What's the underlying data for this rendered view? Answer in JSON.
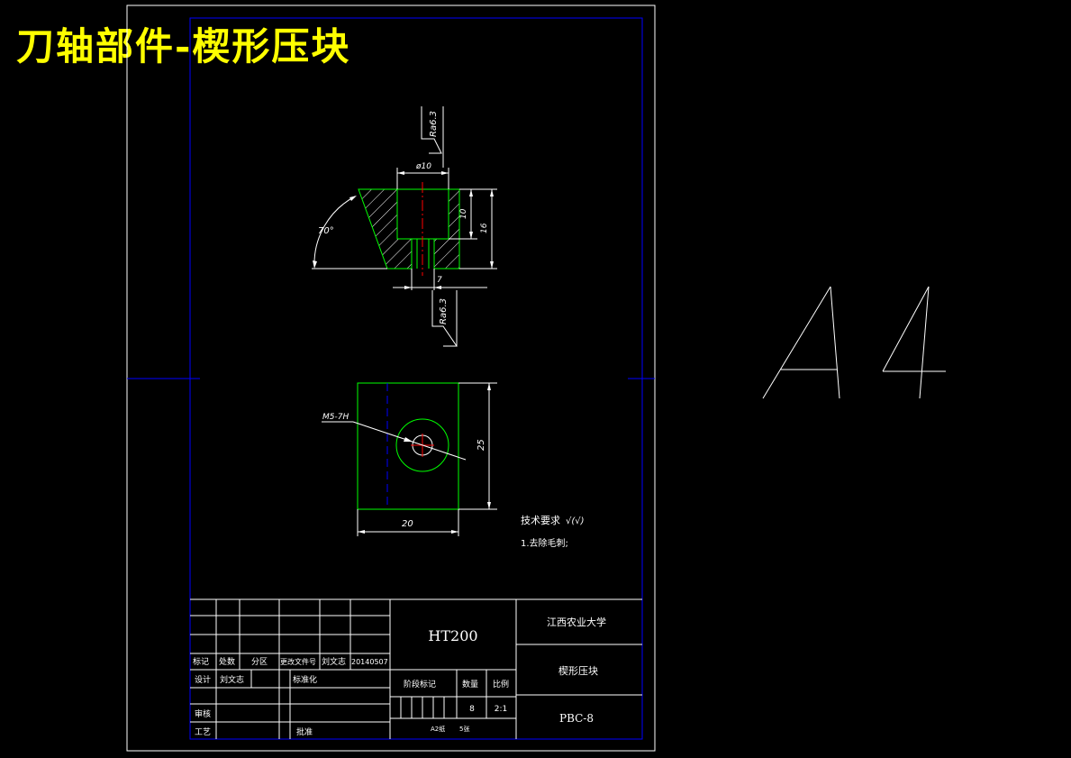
{
  "header": {
    "title": "刀轴部件-楔形压块"
  },
  "sheet_label": "A4",
  "colors": {
    "border": "#0000ff",
    "part": "#00ff00",
    "dim": "#ffffff",
    "title_text": "#ffff00",
    "center": "#ff0000"
  },
  "top_view": {
    "roughness_top": "Ra6.3",
    "roughness_bottom": "Ra6.3",
    "dia_label": "ø10",
    "angle_label": "70°",
    "dim_7": "7",
    "dim_10": "10",
    "dim_16": "16"
  },
  "bottom_view": {
    "thread_label": "M5-7H",
    "width_label": "20",
    "height_label": "25"
  },
  "notes": {
    "title": "技术要求",
    "item1": "1.去除毛刺;"
  },
  "title_block": {
    "material": "HT200",
    "school": "江西农业大学",
    "part_name": "楔形压块",
    "drawing_no": "PBC-8",
    "rev_headers": [
      "标记",
      "处数",
      "分区",
      "更改文件号",
      "刘文志",
      "20140507"
    ],
    "design_label": "设计",
    "designer": "刘文志",
    "standard_label": "标准化",
    "review_label": "审核",
    "process_label": "工艺",
    "approve_label": "批准",
    "stage_label": "阶段标记",
    "qty_label": "数量",
    "scale_label": "比例",
    "qty": "8",
    "scale": "2:1",
    "sheet_note": "A2纸",
    "sheet_note2": "5张"
  }
}
